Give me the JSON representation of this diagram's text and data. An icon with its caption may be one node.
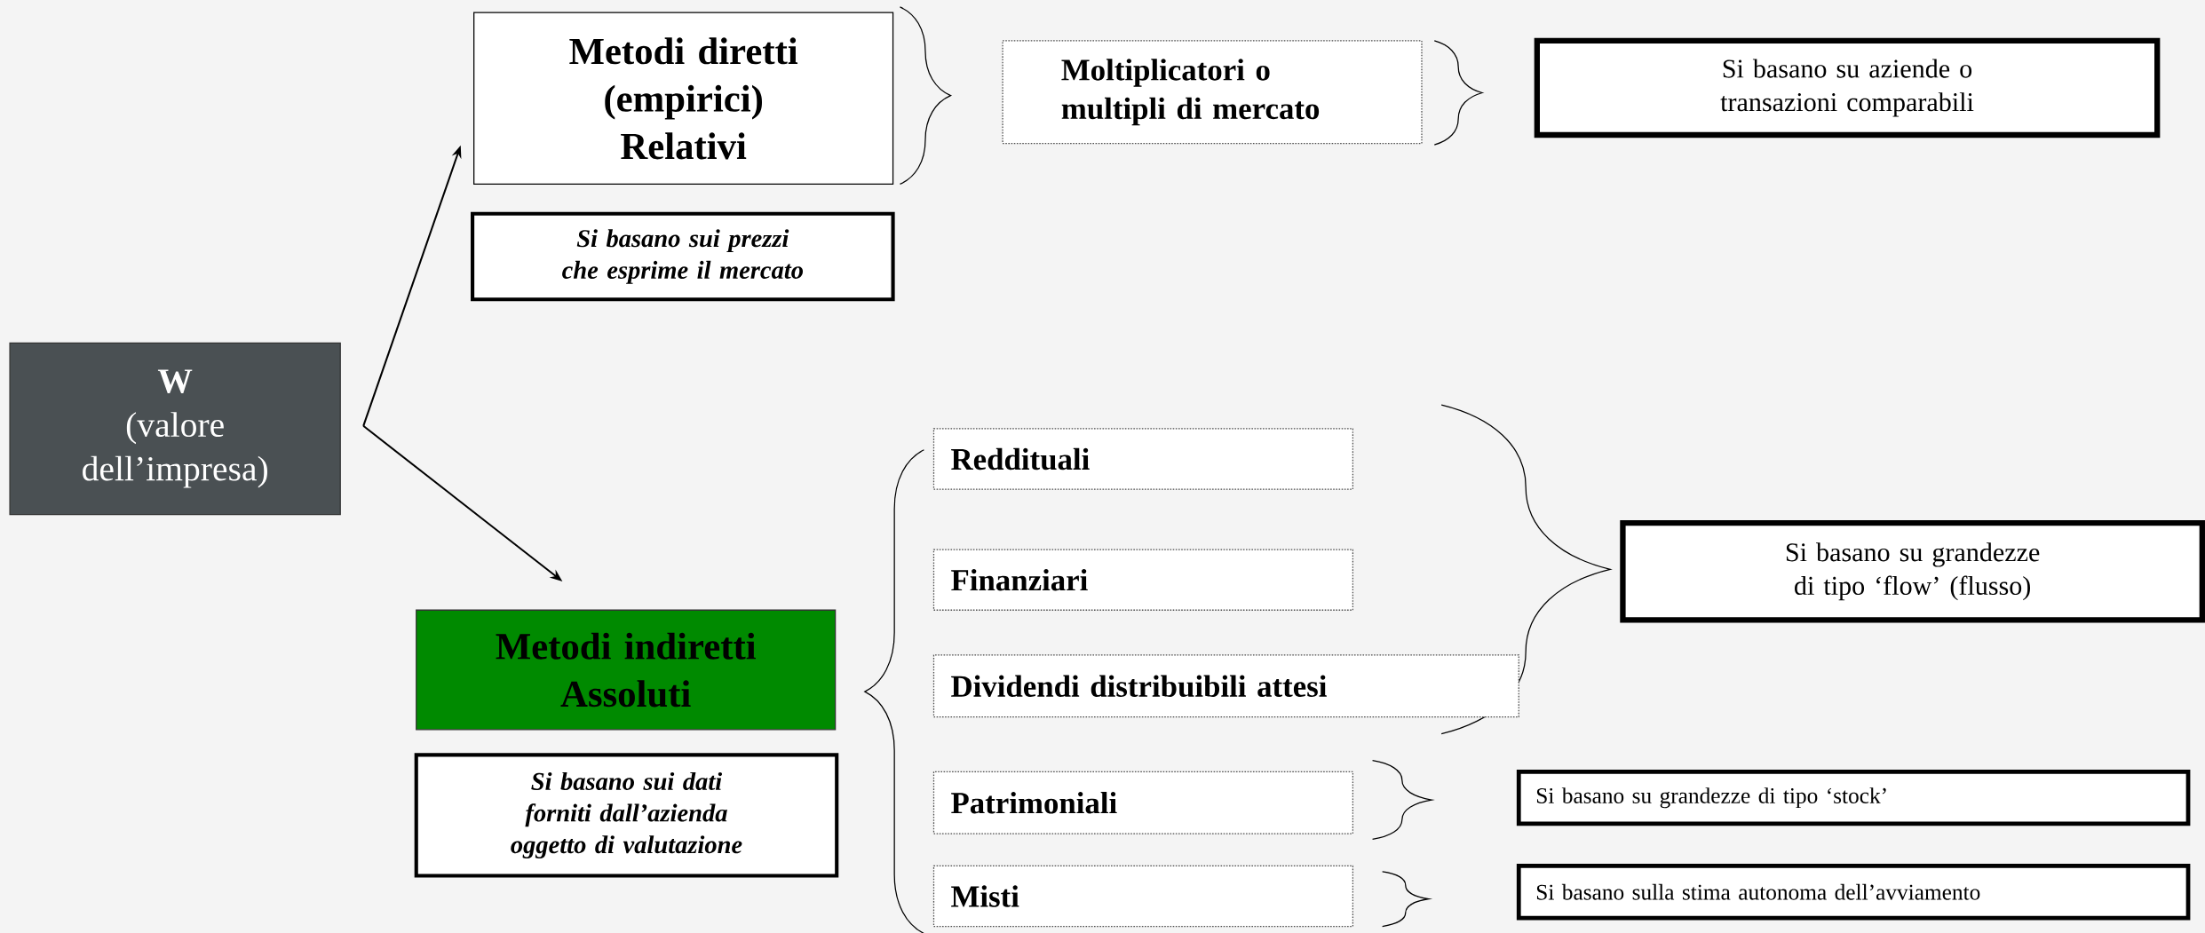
{
  "diagram": {
    "nodes": [
      {
        "text": [
          "W",
          "(valore dell’impresa)"
        ]
      },
      {
        "text": [
          "Metodi diretti (empirici)",
          "Relativi"
        ]
      },
      {
        "text": [
          "Si basano sui prezzi che esprime il mercato"
        ]
      },
      {
        "text": [
          "Moltiplicatori o multipli di mercato"
        ]
      },
      {
        "text": [
          "Si basano su aziende o transazioni comparabili"
        ]
      },
      {
        "text": [
          "Metodi indiretti",
          "Assoluti"
        ]
      },
      {
        "text": [
          "Si basano sui dati forniti dall’azienda oggetto di valutazione"
        ]
      },
      {
        "text": [
          "Reddituali"
        ]
      },
      {
        "text": [
          "Finanziari"
        ]
      },
      {
        "text": [
          "Dividendi distribuibili attesi"
        ]
      },
      {
        "text": [
          "Si basano su grandezze di tipo ‘flow’ (flusso)"
        ]
      },
      {
        "text": [
          "Patrimoniali"
        ]
      },
      {
        "text": [
          "Si basano su grandezze di tipo ‘stock’"
        ]
      },
      {
        "text": [
          "Misti"
        ]
      },
      {
        "text": [
          "Si basano sulla stima autonoma dell’avviamento"
        ]
      }
    ],
    "edges": [
      {
        "from": 0,
        "to": 1,
        "arrow": "to"
      },
      {
        "from": 0,
        "to": 5,
        "arrow": "to"
      }
    ]
  }
}
